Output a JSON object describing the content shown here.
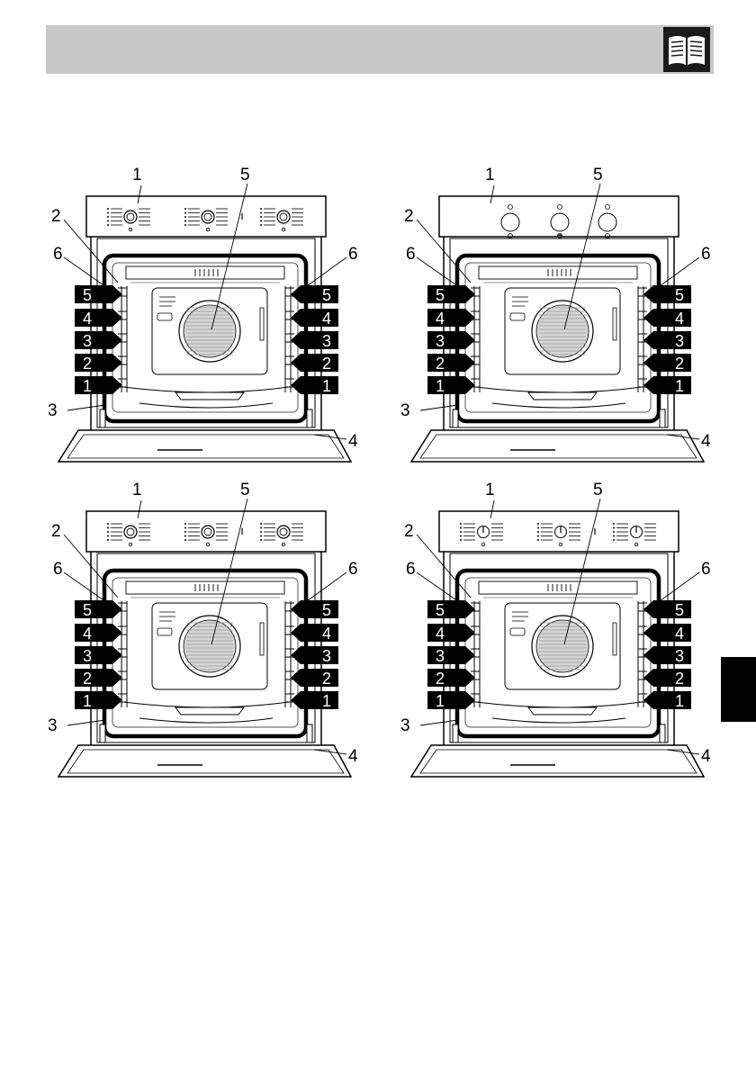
{
  "header": {
    "icon": "open-book-icon",
    "bar_color": "#c8c8c8"
  },
  "side_tab_color": "#000000",
  "diagrams": [
    {
      "id": "oven-top-left",
      "panel_style": "knobs-with-rings",
      "callouts": {
        "control_panel": "1",
        "upper_grille": "2",
        "door_seal": "3",
        "door": "4",
        "fan": "5",
        "rack_supports": "6"
      },
      "shelf_levels": [
        "5",
        "4",
        "3",
        "2",
        "1"
      ]
    },
    {
      "id": "oven-top-right",
      "panel_style": "round-knobs",
      "callouts": {
        "control_panel": "1",
        "upper_grille": "2",
        "door_seal": "3",
        "door": "4",
        "fan": "5",
        "rack_supports": "6"
      },
      "shelf_levels": [
        "5",
        "4",
        "3",
        "2",
        "1"
      ]
    },
    {
      "id": "oven-bottom-left",
      "panel_style": "knobs-with-rings",
      "callouts": {
        "control_panel": "1",
        "upper_grille": "2",
        "door_seal": "3",
        "door": "4",
        "fan": "5",
        "rack_supports": "6"
      },
      "shelf_levels": [
        "5",
        "4",
        "3",
        "2",
        "1"
      ]
    },
    {
      "id": "oven-bottom-right",
      "panel_style": "slim-knobs",
      "callouts": {
        "control_panel": "1",
        "upper_grille": "2",
        "door_seal": "3",
        "door": "4",
        "fan": "5",
        "rack_supports": "6"
      },
      "shelf_levels": [
        "5",
        "4",
        "3",
        "2",
        "1"
      ]
    }
  ]
}
